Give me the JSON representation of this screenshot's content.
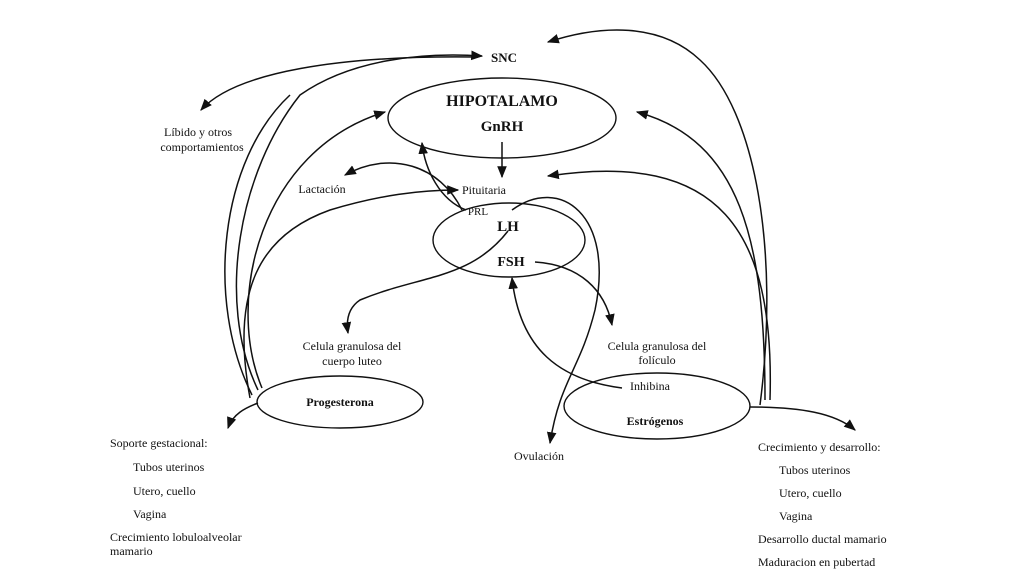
{
  "nodes": {
    "snc": "SNC",
    "hipotalamo": "HIPOTALAMO",
    "gnrh": "GnRH",
    "pituitaria": "Pituitaria",
    "prl": "PRL",
    "lh": "LH",
    "fsh": "FSH",
    "progesterona": "Progesterona",
    "estrogenos": "Estrógenos",
    "inhibina": "Inhibina",
    "lactacion": "Lactación",
    "ovulacion": "Ovulación"
  },
  "labels": {
    "libido_1": "Líbido y otros",
    "libido_2": "comportamientos",
    "granulosa_luteo_1": "Celula granulosa del",
    "granulosa_luteo_2": "cuerpo luteo",
    "granulosa_foliculo_1": "Celula granulosa del",
    "granulosa_foliculo_2": "folículo"
  },
  "left_list": {
    "title": "Soporte gestacional:",
    "items": [
      "Tubos uterinos",
      "Utero, cuello",
      "Vagina"
    ],
    "extra_1": "Crecimiento lobuloalveolar",
    "extra_2": "mamario"
  },
  "right_list": {
    "title": "Crecimiento y desarrollo:",
    "items": [
      "Tubos uterinos",
      "Utero, cuello",
      "Vagina"
    ],
    "extra_1": "Desarrollo ductal mamario",
    "extra_2": "Maduracion en pubertad"
  }
}
